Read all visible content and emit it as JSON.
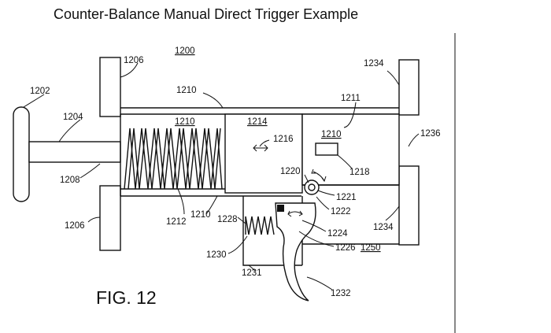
{
  "title": "Counter-Balance Manual Direct Trigger Example",
  "figure_label": "FIG. 12",
  "labels": {
    "l1200": "1200",
    "l1202": "1202",
    "l1204": "1204",
    "l1206_top": "1206",
    "l1206_bottom": "1206",
    "l1208": "1208",
    "l1210_top": "1210",
    "l1210_spring": "1210",
    "l1210_mid": "1210",
    "l1210_right": "1210",
    "l1211": "1211",
    "l1212": "1212",
    "l1214": "1214",
    "l1216": "1216",
    "l1218": "1218",
    "l1220": "1220",
    "l1221": "1221",
    "l1222": "1222",
    "l1224": "1224",
    "l1226": "1226",
    "l1228": "1228",
    "l1230": "1230",
    "l1231": "1231",
    "l1232": "1232",
    "l1234_top": "1234",
    "l1234_bottom": "1234",
    "l1236": "1236",
    "l1250": "1250"
  }
}
